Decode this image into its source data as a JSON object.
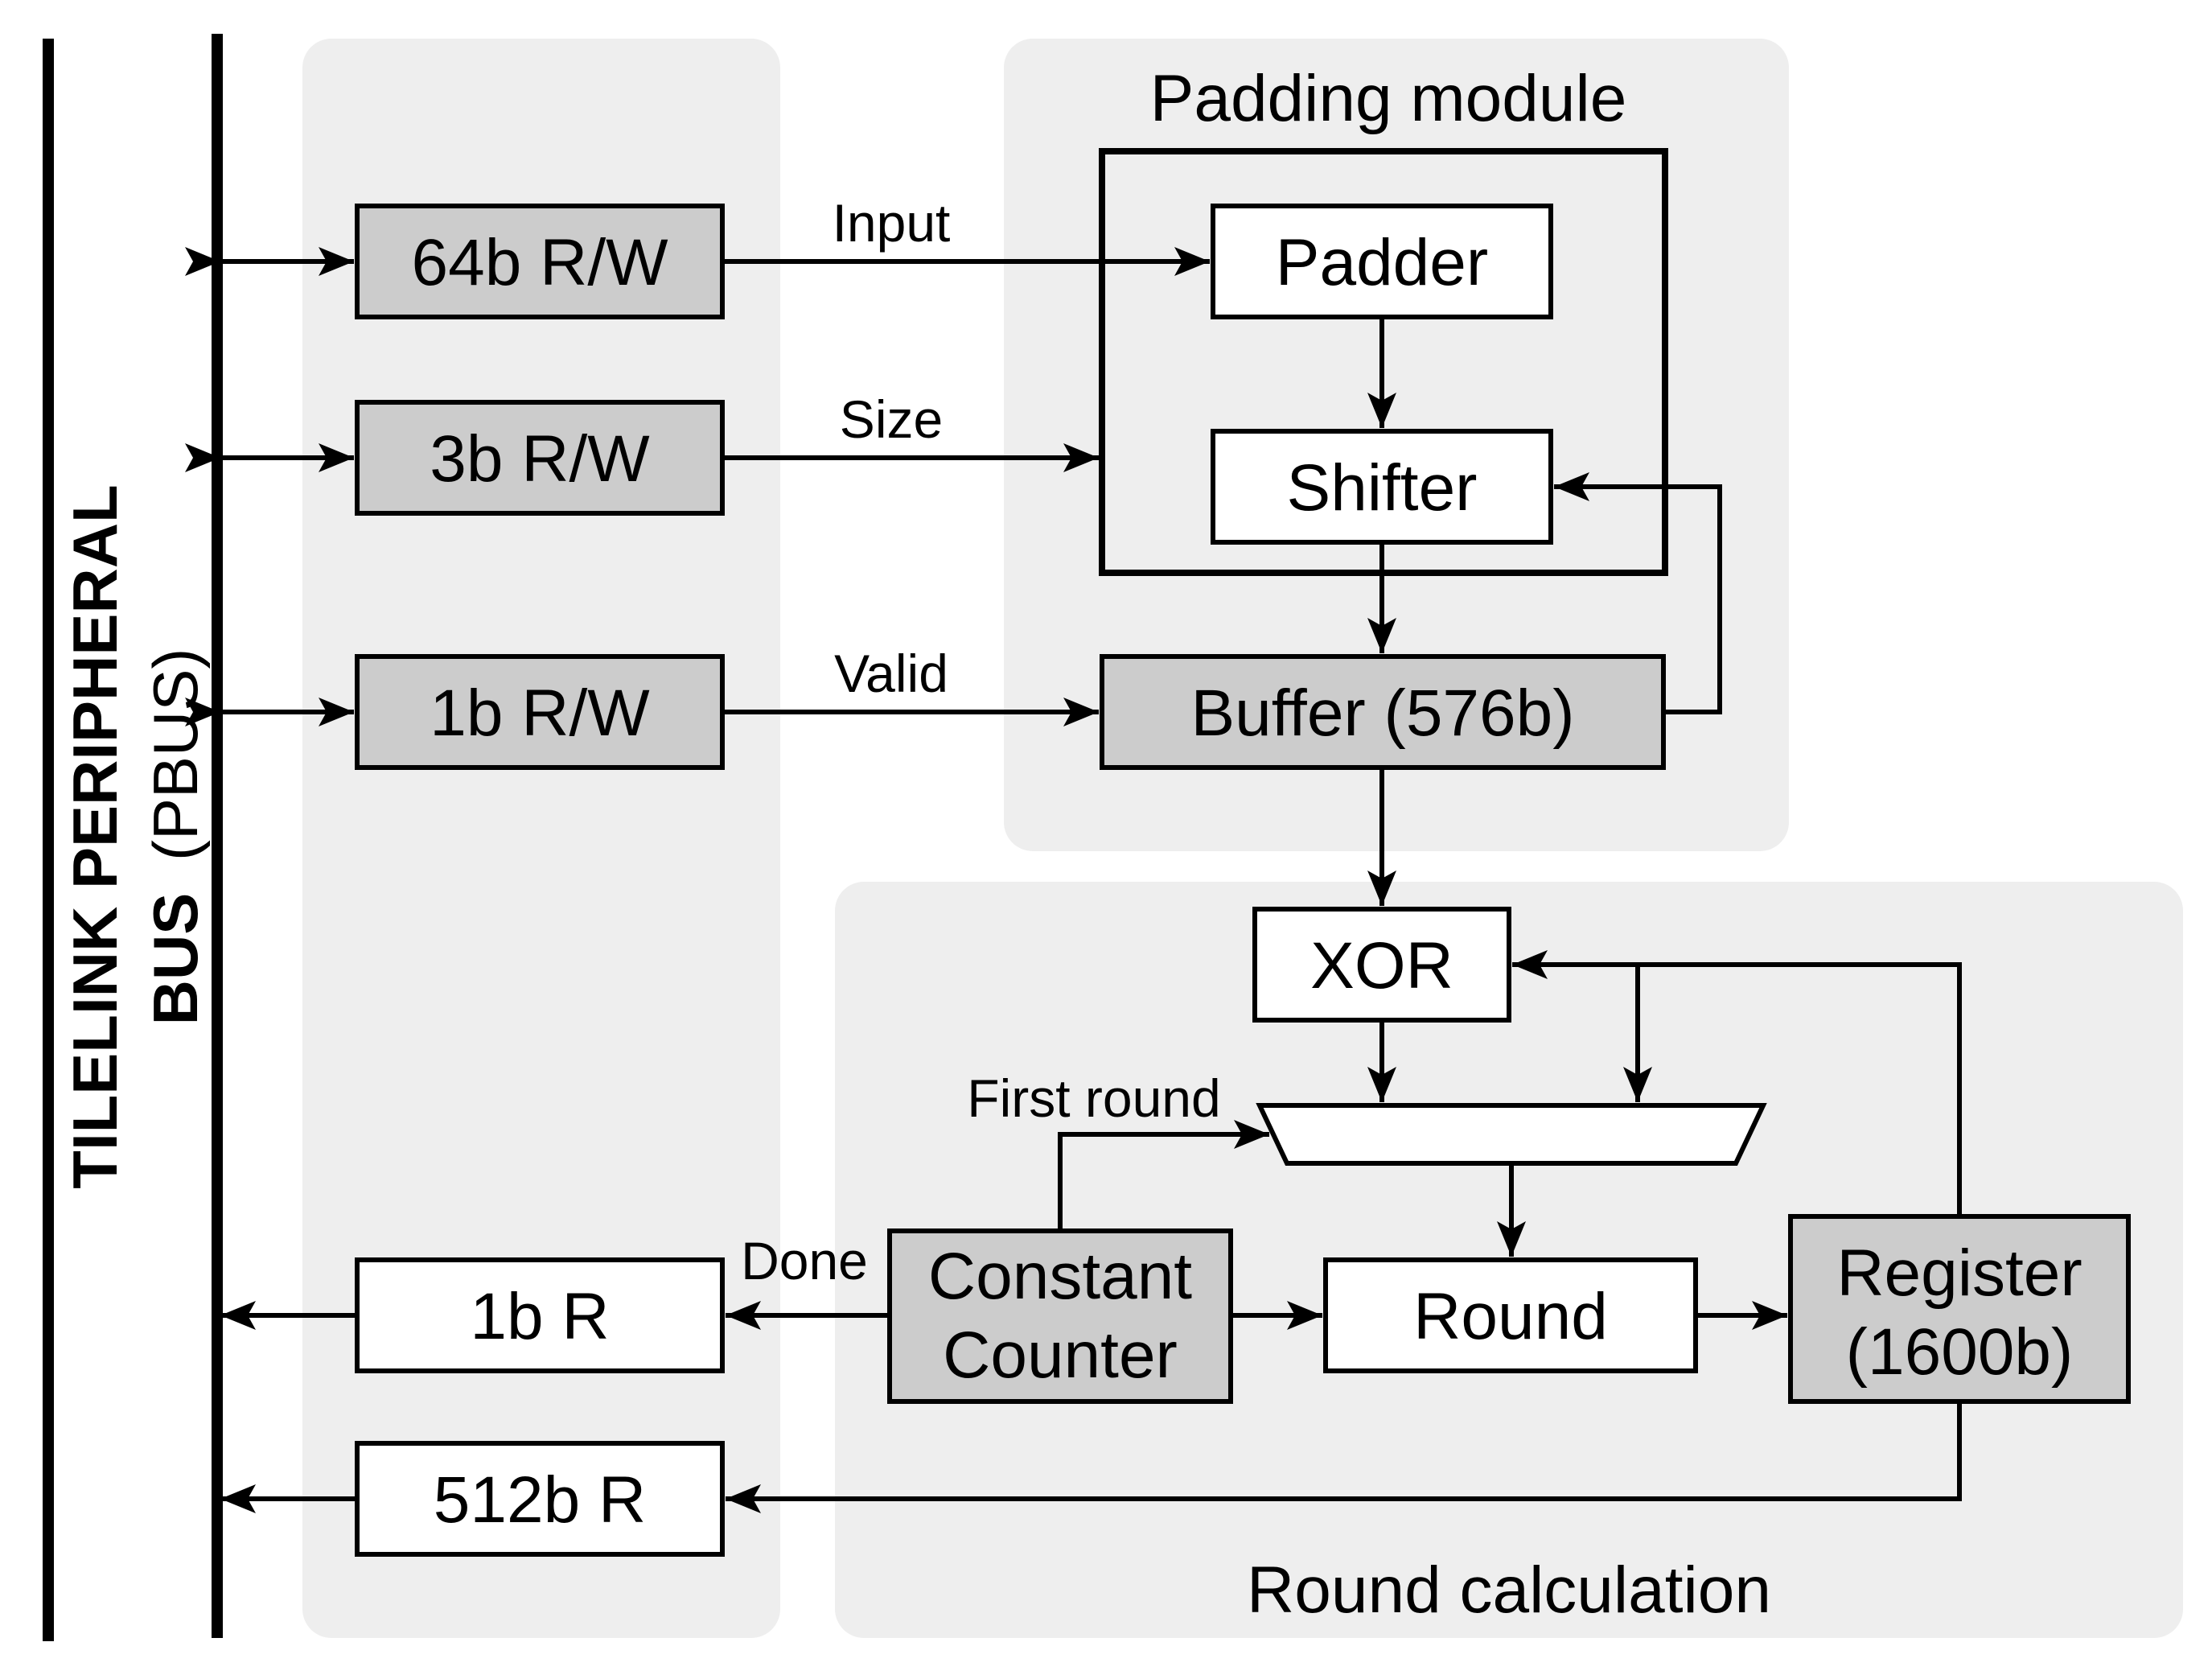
{
  "colors": {
    "group_bg": "#eeeeee",
    "shaded_block": "#cccccc",
    "plain_block": "#ffffff",
    "line": "#000000"
  },
  "bus": {
    "title_bold": "TILELINK PERIPHERAL",
    "title_line2_bold": "BUS",
    "title_line2_rest": "(PBUS)"
  },
  "groups": {
    "padding_module": "Padding module",
    "round_calculation": "Round calculation"
  },
  "registers": {
    "r64": "64b R/W",
    "r3": "3b R/W",
    "r1rw": "1b R/W",
    "r1r": "1b R",
    "r512": "512b R"
  },
  "blocks": {
    "padder": "Padder",
    "shifter": "Shifter",
    "buffer": "Buffer (576b)",
    "xor": "XOR",
    "round": "Round",
    "constant_counter_line1": "Constant",
    "constant_counter_line2": "Counter",
    "register_line1": "Register",
    "register_line2": "(1600b)"
  },
  "signals": {
    "input": "Input",
    "size": "Size",
    "valid": "Valid",
    "first_round": "First round",
    "done": "Done"
  }
}
